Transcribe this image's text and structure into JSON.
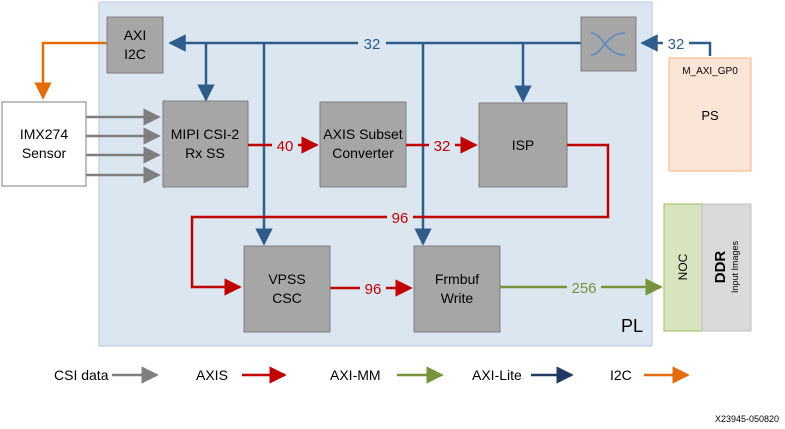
{
  "regions": {
    "pl": "PL"
  },
  "blocks": {
    "axi_i2c": [
      "AXI",
      "I2C"
    ],
    "sensor": [
      "IMX274",
      "Sensor"
    ],
    "mipi": [
      "MIPI CSI-2",
      "Rx SS"
    ],
    "axis_subset": [
      "AXIS Subset",
      "Converter"
    ],
    "isp": "ISP",
    "vpss": [
      "VPSS",
      "CSC"
    ],
    "frmbuf": [
      "Frmbuf",
      "Write"
    ],
    "ps_port": "M_AXI_GP0",
    "ps": "PS",
    "noc": "NOC",
    "ddr": "DDR",
    "ddr_sub": "Input Images"
  },
  "bus_widths": {
    "axi_lite_main": "32",
    "axi_lite_ps": "32",
    "mipi_to_subset": "40",
    "subset_to_isp": "32",
    "isp_return": "96",
    "vpss_to_frmbuf": "96",
    "frmbuf_to_noc": "256"
  },
  "legend": [
    {
      "label": "CSI data",
      "color": "#7f7f7f"
    },
    {
      "label": "AXIS",
      "color": "#c00000"
    },
    {
      "label": "AXI-MM",
      "color": "#77933c"
    },
    {
      "label": "AXI-Lite",
      "color": "#1f3864"
    },
    {
      "label": "I2C",
      "color": "#e46c0a"
    }
  ],
  "figure_id": "X23945-050820",
  "colors": {
    "pl_fill": "#dce6f1",
    "block_fill": "#a6a6a6",
    "axi_lite": "#2e5d8c",
    "axis": "#c00000",
    "csi": "#7f7f7f",
    "axi_mm": "#77933c",
    "i2c": "#e46c0a",
    "ps_fill": "#fbe5d6",
    "noc_fill": "#d7e4bd",
    "ddr_fill": "#d9d9d9"
  }
}
